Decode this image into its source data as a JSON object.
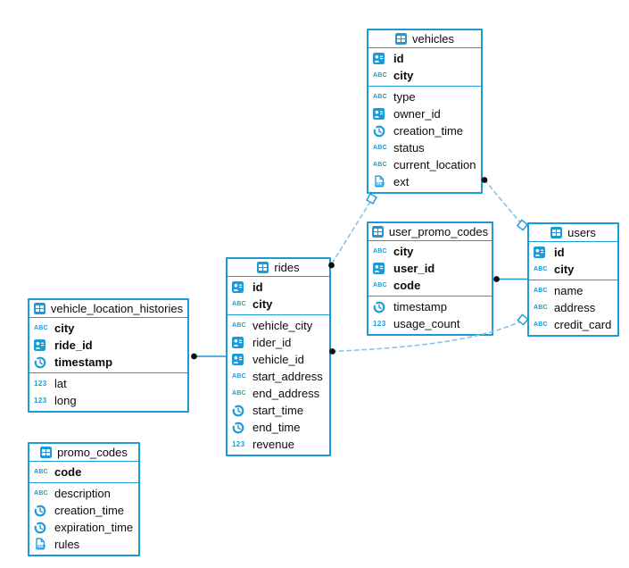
{
  "diagram": {
    "colors": {
      "accent": "#1a9ad6",
      "connector_dashed": "#85c6ea",
      "connector_endpoint_dot": "#111111"
    },
    "tables": {
      "vehicles": {
        "title": "vehicles",
        "keys": [
          {
            "name": "id",
            "type": "id",
            "bold": true
          },
          {
            "name": "city",
            "type": "string",
            "bold": true
          }
        ],
        "cols": [
          {
            "name": "type",
            "type": "string"
          },
          {
            "name": "owner_id",
            "type": "id"
          },
          {
            "name": "creation_time",
            "type": "time"
          },
          {
            "name": "status",
            "type": "string"
          },
          {
            "name": "current_location",
            "type": "string"
          },
          {
            "name": "ext",
            "type": "json"
          }
        ]
      },
      "user_promo_codes": {
        "title": "user_promo_codes",
        "keys": [
          {
            "name": "city",
            "type": "string",
            "bold": true
          },
          {
            "name": "user_id",
            "type": "id",
            "bold": true
          },
          {
            "name": "code",
            "type": "string",
            "bold": true
          }
        ],
        "cols": [
          {
            "name": "timestamp",
            "type": "time"
          },
          {
            "name": "usage_count",
            "type": "number"
          }
        ]
      },
      "users": {
        "title": "users",
        "keys": [
          {
            "name": "id",
            "type": "id",
            "bold": true
          },
          {
            "name": "city",
            "type": "string",
            "bold": true
          }
        ],
        "cols": [
          {
            "name": "name",
            "type": "string"
          },
          {
            "name": "address",
            "type": "string"
          },
          {
            "name": "credit_card",
            "type": "string"
          }
        ]
      },
      "rides": {
        "title": "rides",
        "keys": [
          {
            "name": "id",
            "type": "id",
            "bold": true
          },
          {
            "name": "city",
            "type": "string",
            "bold": true
          }
        ],
        "cols": [
          {
            "name": "vehicle_city",
            "type": "string"
          },
          {
            "name": "rider_id",
            "type": "id"
          },
          {
            "name": "vehicle_id",
            "type": "id"
          },
          {
            "name": "start_address",
            "type": "string"
          },
          {
            "name": "end_address",
            "type": "string"
          },
          {
            "name": "start_time",
            "type": "time"
          },
          {
            "name": "end_time",
            "type": "time"
          },
          {
            "name": "revenue",
            "type": "number"
          }
        ]
      },
      "vehicle_location_histories": {
        "title": "vehicle_location_histories",
        "keys": [
          {
            "name": "city",
            "type": "string",
            "bold": true
          },
          {
            "name": "ride_id",
            "type": "id",
            "bold": true
          },
          {
            "name": "timestamp",
            "type": "time",
            "bold": true
          }
        ],
        "cols": [
          {
            "name": "lat",
            "type": "number"
          },
          {
            "name": "long",
            "type": "number"
          }
        ]
      },
      "promo_codes": {
        "title": "promo_codes",
        "keys": [
          {
            "name": "code",
            "type": "string",
            "bold": true
          }
        ],
        "cols": [
          {
            "name": "description",
            "type": "string"
          },
          {
            "name": "creation_time",
            "type": "time"
          },
          {
            "name": "expiration_time",
            "type": "time"
          },
          {
            "name": "rules",
            "type": "json"
          }
        ]
      }
    },
    "relationships": [
      {
        "from": "vehicles",
        "to": "users",
        "from_marker": "dot",
        "to_marker": "diamond",
        "style": "dashed"
      },
      {
        "from": "rides",
        "to": "vehicles",
        "from_marker": "dot",
        "to_marker": "diamond",
        "style": "dashed"
      },
      {
        "from": "user_promo_codes",
        "to": "users",
        "from_marker": "dot",
        "to_marker": "none",
        "style": "solid"
      },
      {
        "from": "rides",
        "to": "users",
        "from_marker": "dot",
        "to_marker": "diamond",
        "style": "dashed"
      },
      {
        "from": "vehicle_location_histories",
        "to": "rides",
        "from_marker": "dot",
        "to_marker": "none",
        "style": "solid"
      }
    ]
  }
}
